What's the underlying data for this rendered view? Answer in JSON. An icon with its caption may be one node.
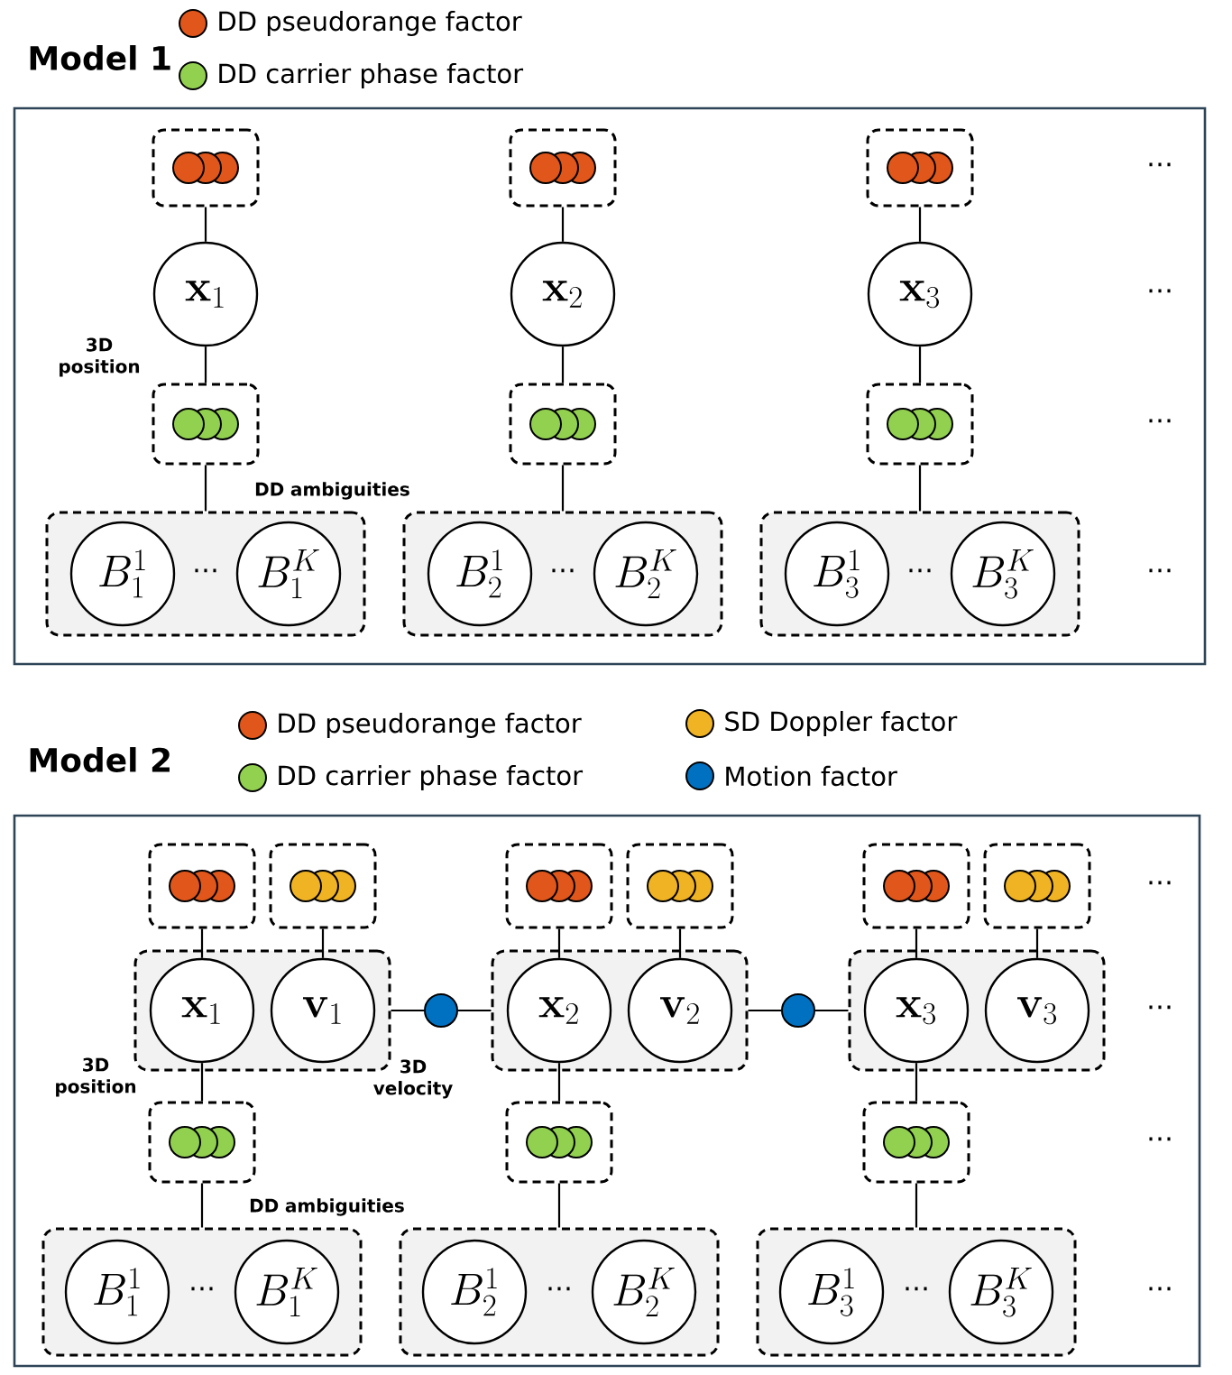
{
  "diagram": {
    "nodes": [
      {
        "text": [
          "Model 1"
        ]
      },
      {
        "text": [],
        "shape": "box",
        "in": 0
      },
      {
        "text": [],
        "shape": "box",
        "in": 0
      },
      {
        "text": [],
        "shape": "box",
        "in": 0
      },
      {
        "text": [
          "\\mathbf{x}_1"
        ],
        "in": 0,
        "beside": [
          "3D position"
        ]
      },
      {
        "text": [
          "\\mathbf{x}_2"
        ],
        "in": 0
      },
      {
        "text": [
          "\\mathbf{x}_3"
        ],
        "in": 0
      },
      {
        "text": [],
        "shape": "box",
        "in": 0
      },
      {
        "text": [],
        "shape": "box",
        "in": 0
      },
      {
        "text": [],
        "shape": "box",
        "in": 0
      },
      {
        "text": [],
        "shape": "box",
        "in": 0,
        "beside": [
          "DD ambiguities"
        ]
      },
      {
        "text": [
          "B_1^1"
        ],
        "in": 10
      },
      {
        "text": [
          "B_1^K"
        ],
        "in": 10
      },
      {
        "text": [],
        "shape": "box",
        "in": 0
      },
      {
        "text": [
          "B_2^1"
        ],
        "in": 13
      },
      {
        "text": [
          "B_2^K"
        ],
        "in": 13
      },
      {
        "text": [],
        "shape": "box",
        "in": 0
      },
      {
        "text": [
          "B_3^1"
        ],
        "in": 16
      },
      {
        "text": [
          "B_3^K"
        ],
        "in": 16
      },
      {
        "text": [
          "Model 2"
        ]
      },
      {
        "text": [],
        "shape": "box",
        "in": 19
      },
      {
        "text": [],
        "shape": "box",
        "in": 19
      },
      {
        "text": [],
        "shape": "box",
        "in": 19
      },
      {
        "text": [],
        "shape": "box",
        "in": 19
      },
      {
        "text": [],
        "shape": "box",
        "in": 19
      },
      {
        "text": [],
        "shape": "box",
        "in": 19
      },
      {
        "text": [],
        "shape": "box",
        "in": 19
      },
      {
        "text": [
          "\\mathbf{x}_1"
        ],
        "in": 26,
        "beside": [
          "3D position"
        ]
      },
      {
        "text": [
          "\\mathbf{v}_1"
        ],
        "in": 26,
        "beside": [
          "3D velocity"
        ]
      },
      {
        "text": [],
        "shape": "circle",
        "in": 19
      },
      {
        "text": [],
        "shape": "box",
        "in": 19
      },
      {
        "text": [
          "\\mathbf{x}_2"
        ],
        "in": 30
      },
      {
        "text": [
          "\\mathbf{v}_2"
        ],
        "in": 30
      },
      {
        "text": [],
        "shape": "circle",
        "in": 19
      },
      {
        "text": [],
        "shape": "box",
        "in": 19
      },
      {
        "text": [
          "\\mathbf{x}_3"
        ],
        "in": 34
      },
      {
        "text": [
          "\\mathbf{v}_3"
        ],
        "in": 34
      },
      {
        "text": [],
        "shape": "box",
        "in": 19
      },
      {
        "text": [],
        "shape": "box",
        "in": 19
      },
      {
        "text": [],
        "shape": "box",
        "in": 19
      },
      {
        "text": [],
        "shape": "box",
        "in": 19,
        "beside": [
          "DD ambiguities"
        ]
      },
      {
        "text": [
          "B_1^1"
        ],
        "in": 40
      },
      {
        "text": [
          "B_1^K"
        ],
        "in": 40
      },
      {
        "text": [],
        "shape": "box",
        "in": 19
      },
      {
        "text": [
          "B_2^1"
        ],
        "in": 43
      },
      {
        "text": [
          "B_2^K"
        ],
        "in": 43
      },
      {
        "text": [],
        "shape": "box",
        "in": 19
      },
      {
        "text": [
          "B_3^1"
        ],
        "in": 46
      },
      {
        "text": [
          "B_3^K"
        ],
        "in": 46
      }
    ],
    "edges": [
      {
        "from": 1,
        "to": 4,
        "arrow": "none"
      },
      {
        "from": 2,
        "to": 5,
        "arrow": "none"
      },
      {
        "from": 3,
        "to": 6,
        "arrow": "none"
      },
      {
        "from": 4,
        "to": 7,
        "arrow": "none"
      },
      {
        "from": 5,
        "to": 8,
        "arrow": "none"
      },
      {
        "from": 6,
        "to": 9,
        "arrow": "none"
      },
      {
        "from": 7,
        "to": 10,
        "arrow": "none"
      },
      {
        "from": 8,
        "to": 13,
        "arrow": "none"
      },
      {
        "from": 9,
        "to": 16,
        "arrow": "none"
      },
      {
        "from": 20,
        "to": 27,
        "arrow": "none"
      },
      {
        "from": 21,
        "to": 28,
        "arrow": "none"
      },
      {
        "from": 22,
        "to": 31,
        "arrow": "none"
      },
      {
        "from": 23,
        "to": 32,
        "arrow": "none"
      },
      {
        "from": 24,
        "to": 35,
        "arrow": "none"
      },
      {
        "from": 25,
        "to": 36,
        "arrow": "none"
      },
      {
        "from": 26,
        "to": 29,
        "arrow": "none"
      },
      {
        "from": 29,
        "to": 30,
        "arrow": "none"
      },
      {
        "from": 30,
        "to": 33,
        "arrow": "none"
      },
      {
        "from": 33,
        "to": 34,
        "arrow": "none"
      },
      {
        "from": 27,
        "to": 37,
        "arrow": "none"
      },
      {
        "from": 31,
        "to": 38,
        "arrow": "none"
      },
      {
        "from": 35,
        "to": 39,
        "arrow": "none"
      },
      {
        "from": 37,
        "to": 40,
        "arrow": "none"
      },
      {
        "from": 38,
        "to": 43,
        "arrow": "none"
      },
      {
        "from": 39,
        "to": 46,
        "arrow": "none"
      }
    ],
    "labels": [
      "⋯",
      "⋯",
      "⋯",
      "⋯",
      "⋯",
      "⋯",
      "⋯",
      "⋯",
      "⋯",
      "⋯",
      "⋯",
      "⋯",
      "⋯",
      "⋯"
    ],
    "legend": [
      {
        "text": "DD pseudorange factor",
        "color": "#e0561b"
      },
      {
        "text": "DD carrier phase factor",
        "color": "#92d050"
      },
      {
        "text": "DD pseudorange factor",
        "color": "#e0561b"
      },
      {
        "text": "DD carrier phase factor",
        "color": "#92d050"
      },
      {
        "text": "SD Doppler factor",
        "color": "#f0b323"
      },
      {
        "text": "Motion factor",
        "color": "#0070c0"
      }
    ]
  }
}
